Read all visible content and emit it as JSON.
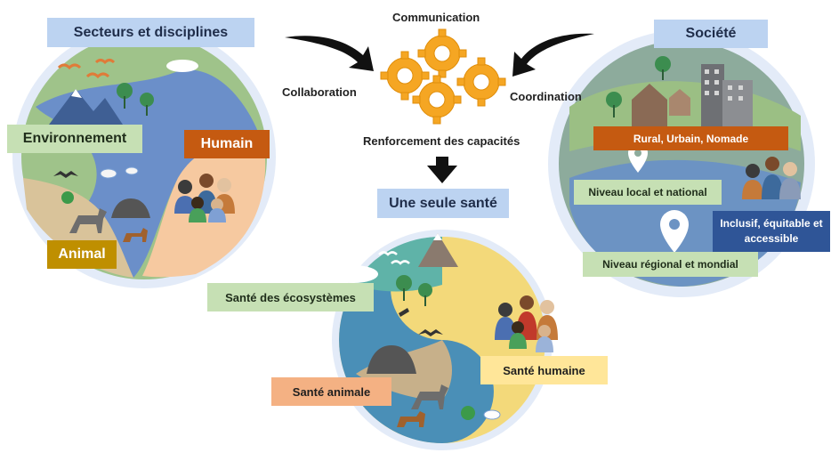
{
  "left_panel": {
    "title": "Secteurs et disciplines",
    "labels": {
      "environment": "Environnement",
      "human": "Humain",
      "animal": "Animal"
    }
  },
  "right_panel": {
    "title": "Société",
    "labels": {
      "settlement": "Rural, Urbain, Nomade",
      "local_national": "Niveau local et national",
      "inclusive": "Inclusif, équitable et accessible",
      "regional_global": "Niveau régional et mondial"
    }
  },
  "center": {
    "communication": "Communication",
    "collaboration": "Collaboration",
    "coordination": "Coordination",
    "capacity": "Renforcement des capacités"
  },
  "bottom_panel": {
    "title": "Une seule santé",
    "labels": {
      "ecosystems": "Santé des écosystèmes",
      "animal_health": "Santé animale",
      "human_health": "Santé humaine"
    }
  },
  "colors": {
    "header_bg": "#bcd3f1",
    "green_label": "#c6e0b4",
    "orange_label": "#c55a11",
    "gold_label": "#bf8f00",
    "peach_label": "#f4b183",
    "yellow_label": "#ffe699",
    "navy_label": "#2f5597",
    "gear": "#f5a623"
  },
  "icons": [
    "gear-icon",
    "arrow-icon",
    "mountain-icon",
    "tree-icon",
    "bird-icon",
    "gorilla-icon",
    "goat-icon",
    "dog-icon",
    "hen-icon",
    "fish-icon",
    "bat-icon",
    "mosquito-icon",
    "person-icon",
    "house-icon",
    "building-icon",
    "location-pin-icon",
    "cloud-icon"
  ]
}
